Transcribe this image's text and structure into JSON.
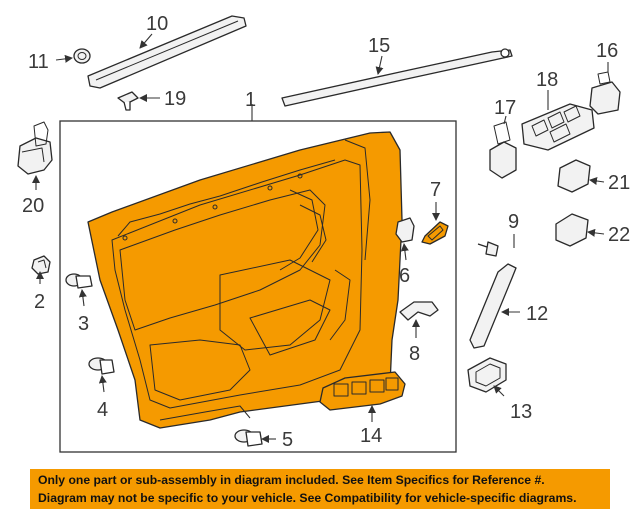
{
  "callouts": [
    "1",
    "2",
    "3",
    "4",
    "5",
    "6",
    "7",
    "8",
    "9",
    "10",
    "11",
    "12",
    "13",
    "14",
    "15",
    "16",
    "17",
    "18",
    "19",
    "20",
    "21",
    "22"
  ],
  "notice": {
    "line1": "Only one part or sub-assembly in diagram included. See Item Specifics for Reference #.",
    "line2": "Diagram may not be specific to your vehicle. See Compatibility for vehicle-specific diagrams."
  },
  "colors": {
    "highlight": "#f59a00",
    "line": "#2a2a2a",
    "text": "#3a3a3a"
  }
}
